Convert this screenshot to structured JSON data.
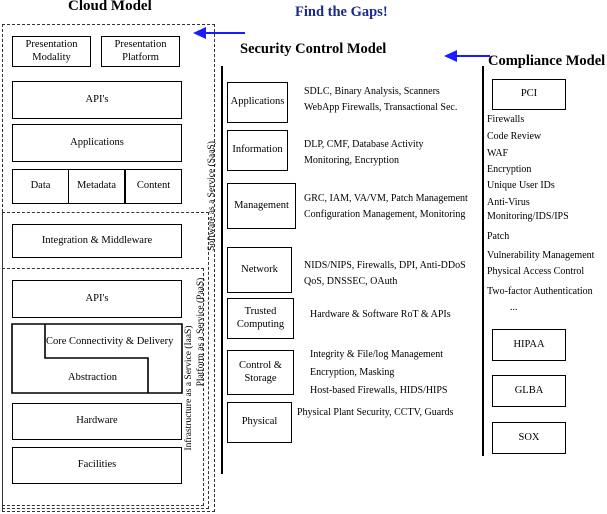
{
  "headings": {
    "cloud": "Cloud Model",
    "gaps": "Find the Gaps!",
    "security": "Security Control Model",
    "compliance": "Compliance Model"
  },
  "cloud_model": {
    "presentation_modality": "Presentation Modality",
    "presentation_platform": "Presentation Platform",
    "apis_top": "API's",
    "applications": "Applications",
    "data": "Data",
    "metadata": "Metadata",
    "content": "Content",
    "integration": "Integration & Middleware",
    "apis_bottom": "API's",
    "core_connectivity": "Core Connectivity & Delivery",
    "abstraction": "Abstraction",
    "hardware": "Hardware",
    "facilities": "Facilities",
    "saas_label": "Software as a Service (SaaS)",
    "paas_label": "Platform as a Service (PaaS)",
    "iaas_label": "Infrastructure as a Service (IaaS)"
  },
  "security_model": [
    {
      "label": "Applications",
      "lines": [
        "SDLC, Binary Analysis, Scanners",
        "WebApp Firewalls, Transactional Sec."
      ]
    },
    {
      "label": "Information",
      "lines": [
        "DLP, CMF, Database Activity",
        "Monitoring, Encryption"
      ]
    },
    {
      "label": "Management",
      "lines": [
        "GRC, IAM, VA/VM, Patch Management",
        "Configuration Management, Monitoring"
      ]
    },
    {
      "label": "Network",
      "lines": [
        "NIDS/NIPS, Firewalls, DPI, Anti-DDoS",
        "QoS, DNSSEC, OAuth"
      ]
    },
    {
      "label": "Trusted Computing",
      "lines": [
        "Hardware & Software RoT & APIs"
      ]
    },
    {
      "label": "Control & Storage",
      "lines": [
        "Integrity & File/log Management",
        "Encryption, Masking",
        "Host-based Firewalls, HIDS/HIPS"
      ]
    },
    {
      "label": "Physical",
      "lines": [
        "Physical Plant Security, CCTV, Guards"
      ]
    }
  ],
  "compliance_model": {
    "pci": "PCI",
    "pci_items": [
      "Firewalls",
      "Code Review",
      "WAF",
      "Encryption",
      "Unique User IDs",
      "Anti-Virus",
      "Monitoring/IDS/IPS",
      "Patch",
      "Vulnerability Management",
      "Physical Access Control",
      "Two-factor Authentication",
      "..."
    ],
    "hipaa": "HIPAA",
    "glba": "GLBA",
    "sox": "SOX"
  },
  "colors": {
    "arrow": "#1a1aff",
    "gaps_text": "#1b2a8c"
  }
}
